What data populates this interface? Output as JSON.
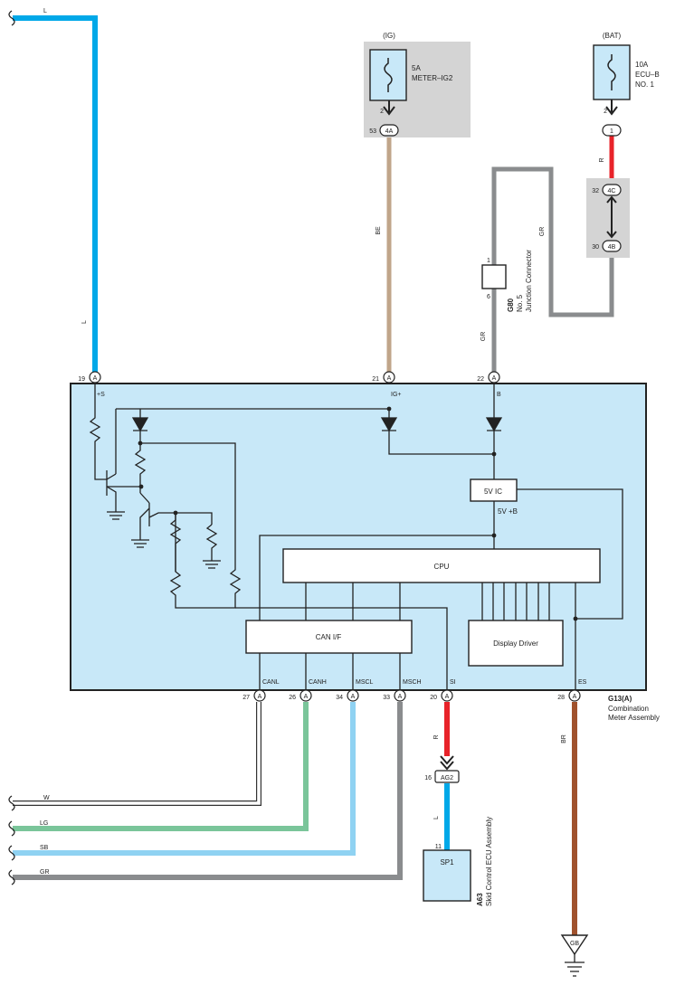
{
  "colors": {
    "wire_L": "#00a8e8",
    "wire_BE": "#c0a58a",
    "wire_GR": "#8a8c8e",
    "wire_R": "#e8232a",
    "wire_LG": "#7ac59a",
    "wire_SB": "#8fd2f2",
    "wire_BR": "#a0522d",
    "wire_W": "#ffffff",
    "module_fill": "#c8e8f8",
    "shade": "#d4d4d4"
  },
  "fuses": {
    "ig": {
      "supply": "(IG)",
      "rating": "5A",
      "name": "METER–IG2",
      "pin": "2",
      "conn_pin": "53",
      "conn": "4A"
    },
    "bat": {
      "supply": "(BAT)",
      "rating": "10A",
      "name1": "ECU–B",
      "name2": "NO. 1",
      "pin": "2",
      "conn": "1"
    }
  },
  "junction": {
    "c4c_pin": "32",
    "c4c": "4C",
    "c4b_pin": "30",
    "c4b": "4B",
    "g80_code": "G80",
    "g80_name1": "No. 5",
    "g80_name2": "Junction Connector",
    "g80_pin_top": "1",
    "g80_pin_bot": "6"
  },
  "wire_labels": {
    "L_top": "L",
    "L_side": "L",
    "BE": "BE",
    "R_top": "R",
    "GR_loop": "GR",
    "GR_down": "GR",
    "W": "W",
    "LG": "LG",
    "SB": "SB",
    "GR_bottom": "GR",
    "R_low": "R",
    "L_low": "L",
    "BR": "BR"
  },
  "meter": {
    "code": "G13(A)",
    "name1": "Combination",
    "name2": "Meter Assembly",
    "connector": "A",
    "top_pins": [
      {
        "num": "19",
        "signal": "+S"
      },
      {
        "num": "21",
        "signal": "IG+"
      },
      {
        "num": "22",
        "signal": "B"
      }
    ],
    "bottom_pins": [
      {
        "num": "27",
        "signal": "CANL"
      },
      {
        "num": "26",
        "signal": "CANH"
      },
      {
        "num": "34",
        "signal": "MSCL"
      },
      {
        "num": "33",
        "signal": "MSCH"
      },
      {
        "num": "20",
        "signal": "SI"
      },
      {
        "num": "28",
        "signal": "ES"
      }
    ],
    "blocks": {
      "cpu": "CPU",
      "can": "CAN I/F",
      "display": "Display Driver",
      "ic": "5V IC",
      "ic_out": "5V +B"
    }
  },
  "skid": {
    "code": "A63",
    "name": "Skid Control ECU Assembly",
    "ag2_pin": "16",
    "ag2": "AG2",
    "sp1_pin": "11",
    "sp1": "SP1"
  },
  "ground": {
    "label": "GB"
  }
}
